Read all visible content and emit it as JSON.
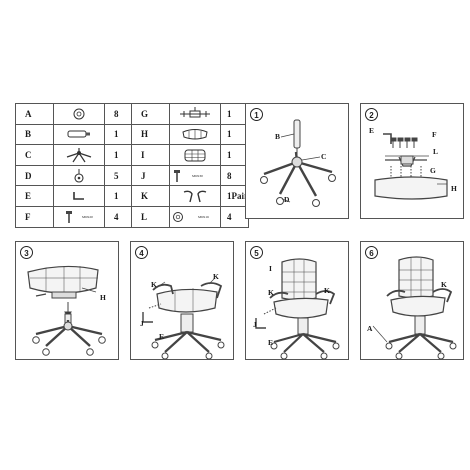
{
  "parts_left": [
    {
      "letter": "A",
      "qty": "8",
      "icon": "caster-wheel-icon"
    },
    {
      "letter": "B",
      "qty": "1",
      "icon": "gas-cylinder-icon"
    },
    {
      "letter": "C",
      "qty": "1",
      "icon": "chair-base-icon"
    },
    {
      "letter": "D",
      "qty": "5",
      "icon": "caster-icon"
    },
    {
      "letter": "E",
      "qty": "1",
      "icon": "allen-key-icon"
    },
    {
      "letter": "F",
      "qty": "4",
      "icon": "bolt-icon",
      "size": "M6X20"
    }
  ],
  "parts_right": [
    {
      "letter": "G",
      "qty": "1",
      "icon": "tilt-mechanism-icon"
    },
    {
      "letter": "H",
      "qty": "1",
      "icon": "seat-cushion-icon"
    },
    {
      "letter": "I",
      "qty": "1",
      "icon": "backrest-icon"
    },
    {
      "letter": "J",
      "qty": "8",
      "icon": "bolt-icon",
      "size": "M6X30"
    },
    {
      "letter": "K",
      "qty": "1Pair",
      "icon": "armrest-icon"
    },
    {
      "letter": "L",
      "qty": "4",
      "icon": "washer-icon",
      "size": "M6X16"
    }
  ],
  "steps": [
    {
      "number": "1",
      "labels": [
        "B",
        "C",
        "D"
      ]
    },
    {
      "number": "2",
      "labels": [
        "E",
        "F",
        "L",
        "G",
        "H"
      ]
    },
    {
      "number": "3",
      "labels": [
        "H"
      ]
    },
    {
      "number": "4",
      "labels": [
        "K",
        "K",
        "J",
        "E"
      ]
    },
    {
      "number": "5",
      "labels": [
        "I",
        "K",
        "K",
        "J",
        "E"
      ]
    },
    {
      "number": "6",
      "labels": [
        "K",
        "A"
      ]
    }
  ]
}
